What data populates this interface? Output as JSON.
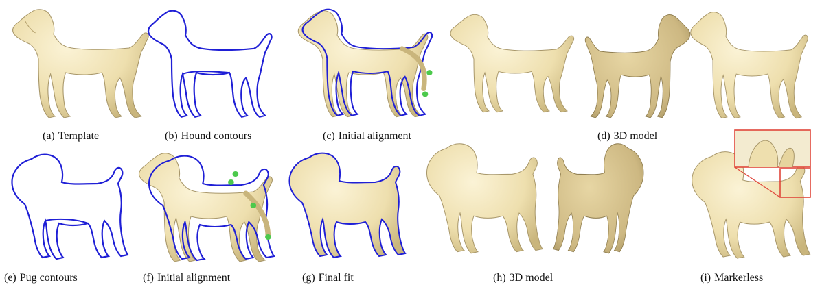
{
  "figure": {
    "panels": [
      {
        "id": "a",
        "label": "(a)",
        "text": "Template"
      },
      {
        "id": "b",
        "label": "(b)",
        "text": "Hound contours"
      },
      {
        "id": "c",
        "label": "(c)",
        "text": "Initial alignment"
      },
      {
        "id": "d",
        "label": "(d)",
        "text": "3D model"
      },
      {
        "id": "e",
        "label": "(e)",
        "text": "Pug contours"
      },
      {
        "id": "f",
        "label": "(f)",
        "text": "Initial alignment"
      },
      {
        "id": "g",
        "label": "(g)",
        "text": "Final fit"
      },
      {
        "id": "h",
        "label": "(h)",
        "text": "3D model"
      },
      {
        "id": "i",
        "label": "(i)",
        "text": "Markerless"
      }
    ]
  },
  "colors": {
    "mesh_fill": "#eedfae",
    "mesh_stroke": "#a8976a",
    "contour": "#1f1fd6",
    "marker": "#4cc94c",
    "zoom_box": "#e0463a"
  }
}
